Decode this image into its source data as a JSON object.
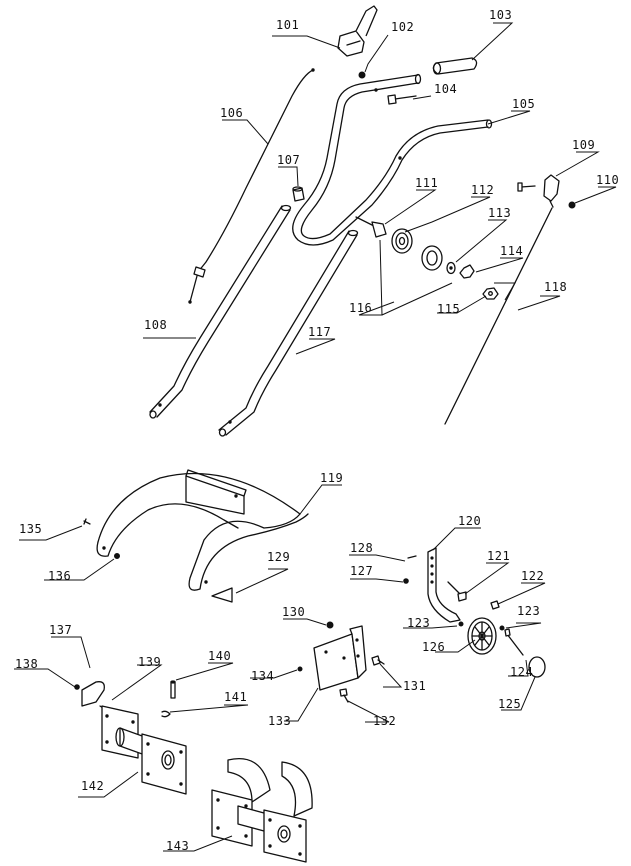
{
  "diagram": {
    "title": "",
    "labels": {
      "p101": "101",
      "p102": "102",
      "p103": "103",
      "p104": "104",
      "p105": "105",
      "p106": "106",
      "p107": "107",
      "p108": "108",
      "p109": "109",
      "p110": "110",
      "p111": "111",
      "p112": "112",
      "p113": "113",
      "p114": "114",
      "p115": "115",
      "p116": "116",
      "p117": "117",
      "p118": "118",
      "p119": "119",
      "p120": "120",
      "p121": "121",
      "p122": "122",
      "p123a": "123",
      "p123b": "123",
      "p124": "124",
      "p125": "125",
      "p126": "126",
      "p127": "127",
      "p128": "128",
      "p129": "129",
      "p130": "130",
      "p131": "131",
      "p132": "132",
      "p133": "133",
      "p134": "134",
      "p135": "135",
      "p136": "136",
      "p137": "137",
      "p138": "138",
      "p139": "139",
      "p140": "140",
      "p141": "141",
      "p142": "142",
      "p143": "143"
    }
  }
}
